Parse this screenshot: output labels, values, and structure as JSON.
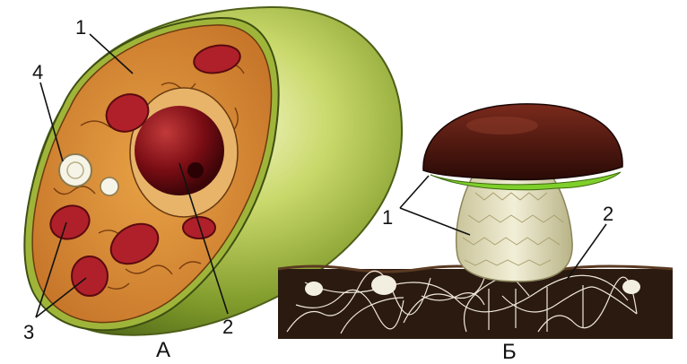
{
  "panel_a": {
    "caption": "А",
    "labels": {
      "n1": "1",
      "n2": "2",
      "n3": "3",
      "n4": "4"
    }
  },
  "panel_b": {
    "caption": "Б",
    "labels": {
      "n1": "1",
      "n2": "2"
    }
  },
  "colors": {
    "cell_wall_green": "#a8c23a",
    "cytoplasm": "#d98a2b",
    "chloroplast": "#b0202a",
    "nucleus": "#7a0d14",
    "mushroom_cap": "#5a1a12",
    "gills_green": "#7fcf2a",
    "stem": "#e8e4c8",
    "soil": "#2a1a10"
  }
}
